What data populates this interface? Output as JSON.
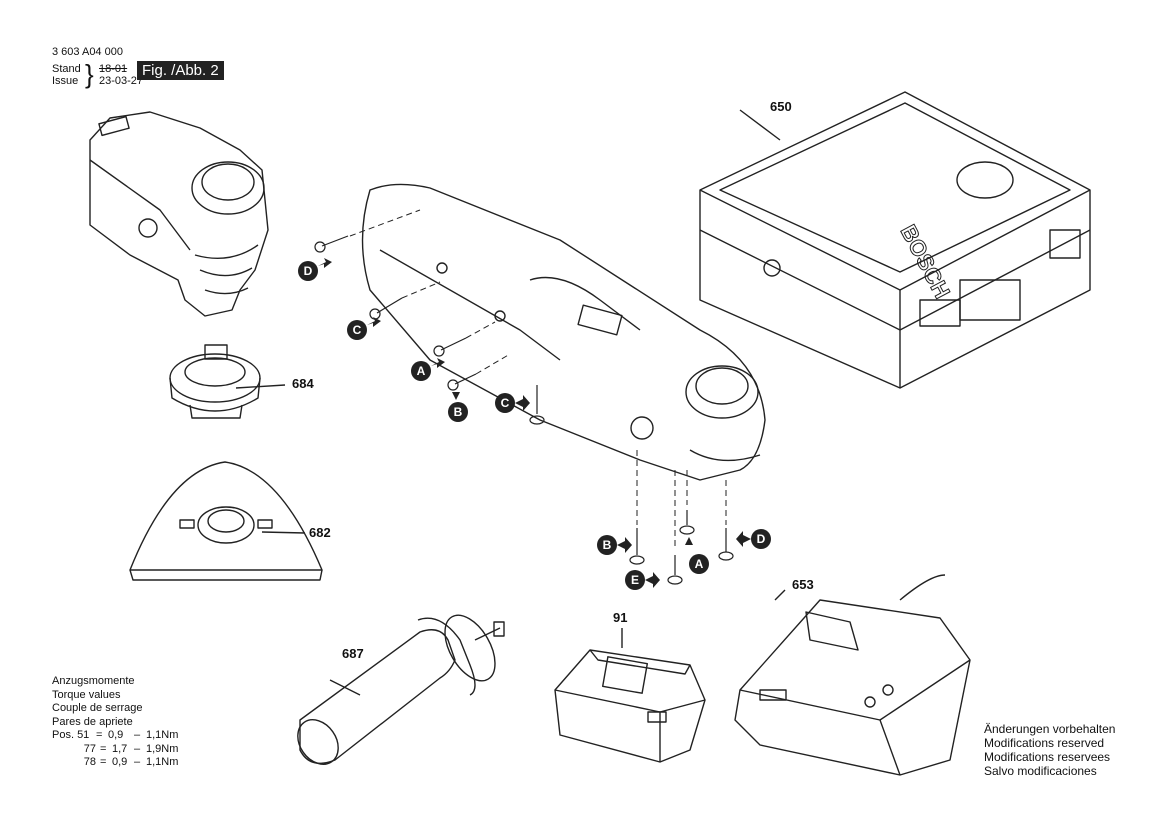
{
  "header": {
    "doc_number": "3 603 A04 000",
    "stand_label": "Stand",
    "issue_label": "Issue",
    "old_date": "18-01",
    "new_date": "23-03-27",
    "figure_label": "Fig. /Abb. 2"
  },
  "part_numbers": {
    "p650": "650",
    "p684": "684",
    "p682": "682",
    "p687": "687",
    "p91": "91",
    "p653": "653"
  },
  "screw_markers": [
    "A",
    "B",
    "C",
    "D",
    "E"
  ],
  "torque": {
    "title_de": "Anzugsmomente",
    "title_en": "Torque values",
    "title_fr": "Couple de serrage",
    "title_es": "Pares de apriete",
    "rows": [
      {
        "pos": "Pos. 51",
        "eq": "=",
        "min": "0,9",
        "dash": "–",
        "max": "1,1Nm"
      },
      {
        "pos": "77",
        "eq": "=",
        "min": "1,7",
        "dash": "–",
        "max": "1,9Nm"
      },
      {
        "pos": "78",
        "eq": "=",
        "min": "0,9",
        "dash": "–",
        "max": "1,1Nm"
      }
    ]
  },
  "modifications": {
    "de": "Änderungen vorbehalten",
    "en": "Modifications reserved",
    "fr": "Modifications reservees",
    "es": "Salvo modificaciones"
  },
  "brand_text": "BOSCH"
}
